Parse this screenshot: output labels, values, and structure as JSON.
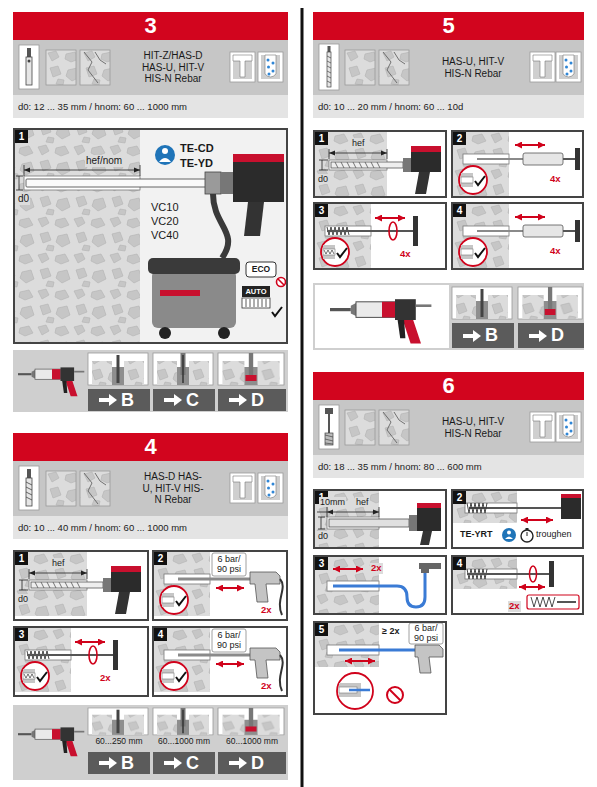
{
  "diagram": {
    "nodes": [
      {
        "text": [
          "3"
        ]
      },
      {
        "text": [
          "HIT-Z/HAS-D HAS-U, HIT-V HIS-N Rebar"
        ]
      },
      {
        "text": [
          "d0: 12 ... 35 mm / hnom: 60 ... 1000 mm"
        ]
      },
      {
        "text": [
          "1"
        ]
      },
      {
        "text": [
          "B"
        ]
      },
      {
        "text": [
          "C"
        ]
      },
      {
        "text": [
          "D"
        ]
      },
      {
        "text": [
          "4"
        ]
      },
      {
        "text": [
          "HAS-D HAS-U, HIT-V HIS-N Rebar"
        ]
      },
      {
        "text": [
          "d0: 10 ... 40 mm / hnom: 60 ... 1000 mm"
        ]
      },
      {
        "text": [
          "1"
        ]
      },
      {
        "text": [
          "2"
        ]
      },
      {
        "text": [
          "3"
        ]
      },
      {
        "text": [
          "4"
        ]
      },
      {
        "text": [
          "B"
        ]
      },
      {
        "text": [
          "C"
        ]
      },
      {
        "text": [
          "D"
        ]
      },
      {
        "text": [
          "5"
        ]
      },
      {
        "text": [
          "HAS-U, HIT-V HIS-N Rebar"
        ]
      },
      {
        "text": [
          "d0: 10 ... 20 mm / hnom: 60 ... 10d"
        ]
      },
      {
        "text": [
          "1"
        ]
      },
      {
        "text": [
          "2"
        ]
      },
      {
        "text": [
          "3"
        ]
      },
      {
        "text": [
          "4"
        ]
      },
      {
        "text": [
          "B"
        ]
      },
      {
        "text": [
          "D"
        ]
      },
      {
        "text": [
          "6"
        ]
      },
      {
        "text": [
          "HAS-U, HIT-V HIS-N Rebar"
        ]
      },
      {
        "text": [
          "d0: 18 ... 35 mm / hnom: 80 ... 600 mm"
        ]
      },
      {
        "text": [
          "1"
        ]
      },
      {
        "text": [
          "2"
        ]
      },
      {
        "text": [
          "3"
        ]
      },
      {
        "text": [
          "4"
        ]
      },
      {
        "text": [
          "5"
        ]
      }
    ],
    "labels": [
      "hef/nom",
      "d0",
      "TE-CD",
      "TE-YD",
      "VC10",
      "VC20",
      "VC40",
      "ECO",
      "AUTO",
      "hef",
      "d0",
      "6 bar/ 90 psi",
      "2x",
      "2x",
      "6 bar/ 90 psi",
      "2x",
      "60...250 mm",
      "60...1000 mm",
      "60...1000 mm",
      "hef",
      "d0",
      "4x",
      "4x",
      "4x",
      "10mm",
      "hef",
      "d0",
      "TE-YRT",
      "troughen",
      "2x",
      "2x",
      "≥ 2x",
      "6 bar/ 90 psi"
    ]
  }
}
